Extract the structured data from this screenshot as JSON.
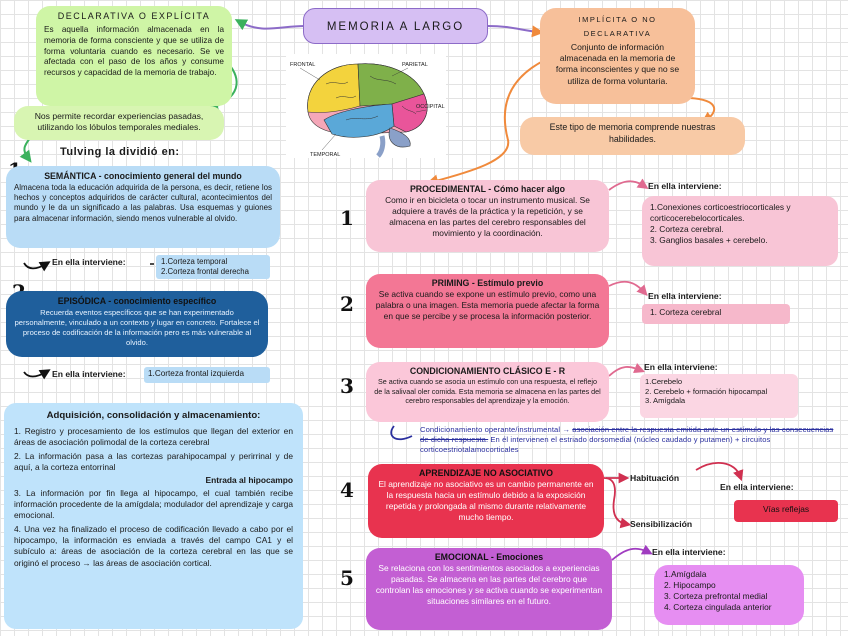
{
  "title": "MEMORIA A LARGO PLAZO",
  "declarativa": {
    "heading": "DECLARATIVA O EXPLÍCITA",
    "text": "Es aquella información almacenada en la memoria de forma consciente y que se utiliza de forma voluntaria cuando es necesario. Se ve afectada con el paso de los años y consume recursos y capacidad de la memoria de trabajo.",
    "note": "Nos permite recordar experiencias pasadas, utilizando los lóbulos temporales mediales."
  },
  "brain": {
    "labels": [
      "FRONTAL",
      "PARIETAL",
      "OCCIPITAL",
      "TEMPORAL"
    ]
  },
  "implicita": {
    "heading_line1": "IMPLÍCITA O NO",
    "heading_line2": "DECLARATIVA",
    "text": "Conjunto de información almacenada en la memoria de forma inconscientes y que no se utiliza de forma voluntaria.",
    "note": "Este tipo de memoria comprende nuestras habilidades."
  },
  "tulving": "Tulving la dividió en:",
  "semantica": {
    "number": "1",
    "heading": "SEMÁNTICA - conocimiento general del mundo",
    "text": "Almacena toda la educación adquirida de la persona, es decir, retiene los hechos y conceptos adquiridos de carácter cultural, acontecimientos del mundo y le da un significado a las palabras. Usa esquemas y guiones para almacenar información, siendo menos vulnerable al olvido.",
    "interviene_label": "En ella interviene:",
    "items": [
      "1.Corteza temporal",
      "2.Corteza frontal derecha"
    ]
  },
  "episodica": {
    "number": "2",
    "heading": "EPISÓDICA - conocimiento específico",
    "text": "Recuerda eventos específicos que se han experimentado personalmente, vinculado a un contexto y lugar en concreto. Fortalece el proceso de codificación de la información pero es más vulnerable al olvido.",
    "interviene_label": "En ella interviene:",
    "item": "1.Corteza frontal izquierda"
  },
  "adquisicion": {
    "heading": "Adquisición, consolidación y almacenamiento:",
    "p1": "1. Registro y procesamiento de los estímulos que llegan del exterior en áreas de asociación polimodal de la corteza cerebral",
    "p2": "2. La información pasa a las cortezas parahipocampal y perirrinal y de aquí, a la corteza entorrinal",
    "entrada": "Entrada al hipocampo",
    "p3": "3. La información por fin llega al hipocampo, el cual también recibe información procedente de la amígdala; modulador del aprendizaje y carga emocional.",
    "p4": "4. Una vez ha finalizado el proceso de codificación llevado a cabo por el hipocampo, la información es enviada a través del campo CA1 y el subículo a: áreas de asociación de la corteza cerebral en las que se originó el proceso → las áreas de asociación cortical."
  },
  "procedimental": {
    "number": "1",
    "heading": "PROCEDIMENTAL - Cómo hacer algo",
    "text": "Como ir en bicicleta o tocar un instrumento musical. Se adquiere a través de la práctica y la repetición, y se almacena en las partes del cerebro responsables del movimiento y la coordinación.",
    "interviene_label": "En ella interviene:",
    "items": [
      "1.Conexiones corticoestriocorticales y corticocerebelocorticales.",
      "2. Corteza cerebral.",
      "3. Ganglios basales + cerebelo."
    ]
  },
  "priming": {
    "number": "2",
    "heading": "PRIMING - Estímulo previo",
    "text": "Se activa cuando se expone un estímulo previo, como una palabra o una imagen. Esta memoria puede afectar la forma en que se percibe y se procesa la información posterior.",
    "interviene_label": "En ella interviene:",
    "item": "1. Corteza cerebral"
  },
  "condicionamiento": {
    "number": "3",
    "heading": "CONDICIONAMIENTO CLÁSICO   E - R",
    "text": "Se activa cuando se asocia un estímulo con una respuesta, el reflejo de la salivaal oler comida. Esta memoria se almacena en las partes del cerebro responsables del aprendizaje y la emoción.",
    "interviene_label": "En ella interviene:",
    "items": [
      "1.Cerebelo",
      "2. Cerebelo + formación hipocampal",
      "3. Amígdala"
    ],
    "operante_a": "Condicionamiento operante/instrumental → ",
    "operante_b": "asociación entre la respuesta emitida ante un estímulo y las consecuencias de dicha respuesta.",
    "operante_c": " En él intervienen el estriado dorsomedial (núcleo caudado y putamen) + circuitos corticoestriotalamocorticales"
  },
  "no_asociativo": {
    "number": "4",
    "heading": "APRENDIZAJE NO ASOCIATIVO",
    "text": "El aprendizaje no asociativo es un cambio permanente en la respuesta hacia un estímulo debido a la exposición repetida y prolongada al mismo durante relativamente mucho tiempo.",
    "habituacion": "Habituación",
    "sensibilizacion": "Sensibilización",
    "interviene_label": "En ella interviene:",
    "item": "Vías reflejas"
  },
  "emocional": {
    "number": "5",
    "heading": "EMOCIONAL - Emociones",
    "text": "Se relaciona con los sentimientos asociados a experiencias pasadas. Se almacena en las partes del cerebro que controlan las emociones y se activa cuando se experimentan situaciones similares en el futuro.",
    "interviene_label": "En ella interviene:",
    "items": [
      "1.Amígdala",
      "2. Hipocampo",
      "3. Corteza prefrontal medial",
      "4. Corteza cingulada anterior"
    ]
  },
  "colors": {
    "green": "#cff5a6",
    "orange": "#f7c09a",
    "lilac": "#d6bff3",
    "blue_light": "#b9dcf6",
    "blue_dark": "#1f5f9c",
    "pink_light": "#f8c5d6",
    "pink_mid": "#f37795",
    "red": "#e8334f",
    "purple": "#c35fd3"
  }
}
